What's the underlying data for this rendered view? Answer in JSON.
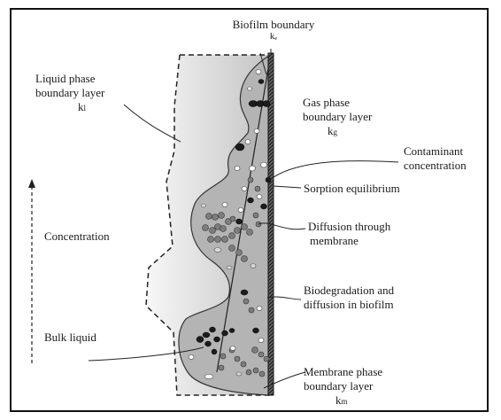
{
  "labels": {
    "biofilm_boundary": "Biofilm boundary",
    "biofilm_boundary_sym": "kₑ",
    "liquid_layer_l1": "Liquid phase",
    "liquid_layer_l2": "boundary layer",
    "liquid_layer_sym": "k",
    "liquid_layer_sub": "l",
    "gas_layer_l1": "Gas phase",
    "gas_layer_l2": "boundary layer",
    "gas_layer_sym": "k",
    "gas_layer_sub": "g",
    "contaminant_l1": "Contaminant",
    "contaminant_l2": "concentration",
    "sorption": "Sorption equilibrium",
    "concentration": "Concentration",
    "diffusion_l1": "Diffusion through",
    "diffusion_l2": "membrane",
    "biodeg_l1": "Biodegradation and",
    "biodeg_l2": "diffusion in biofilm",
    "bulk": "Bulk liquid",
    "membrane_l1": "Membrane phase",
    "membrane_l2": "boundary layer",
    "membrane_sym": "k",
    "membrane_sub": "m"
  },
  "colors": {
    "biofilm": "#b4b4b4",
    "liquid_gradient_light": "#f6f6f6",
    "liquid_gradient_dark": "#c8c8c8",
    "membrane": "#444444",
    "cell_dark": "#1a1a1a",
    "cell_grey": "#7a7a7a",
    "cell_white": "#ffffff"
  }
}
